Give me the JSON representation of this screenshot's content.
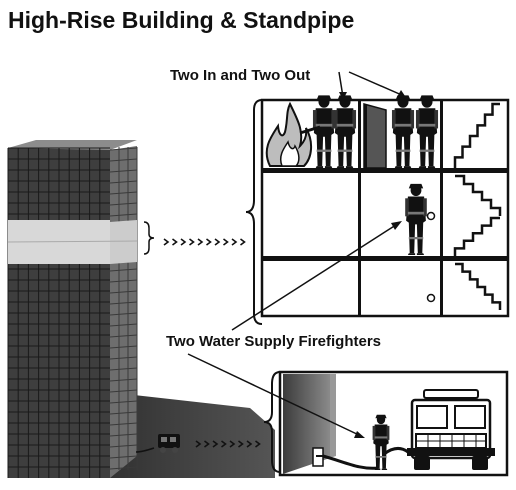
{
  "title": "High-Rise Building & Standpipe",
  "labels": {
    "two_in_two_out": "Two In and Two Out",
    "two_water_supply": "Two Water Supply Firefighters"
  },
  "colors": {
    "ink": "#111111",
    "building": "#4a4a4a",
    "highlight_floor": "#d9d9d9",
    "shadow": "#2a2a2a",
    "panel_bg": "#ffffff",
    "fire_gray": "#bdbdbd"
  },
  "icons": {
    "fire": "fire-icon",
    "firefighter": "firefighter-icon",
    "fire_engine": "fire-engine-icon",
    "stairs": "staircase-icon",
    "door": "door-icon",
    "standpipe": "standpipe-outlet-icon"
  }
}
